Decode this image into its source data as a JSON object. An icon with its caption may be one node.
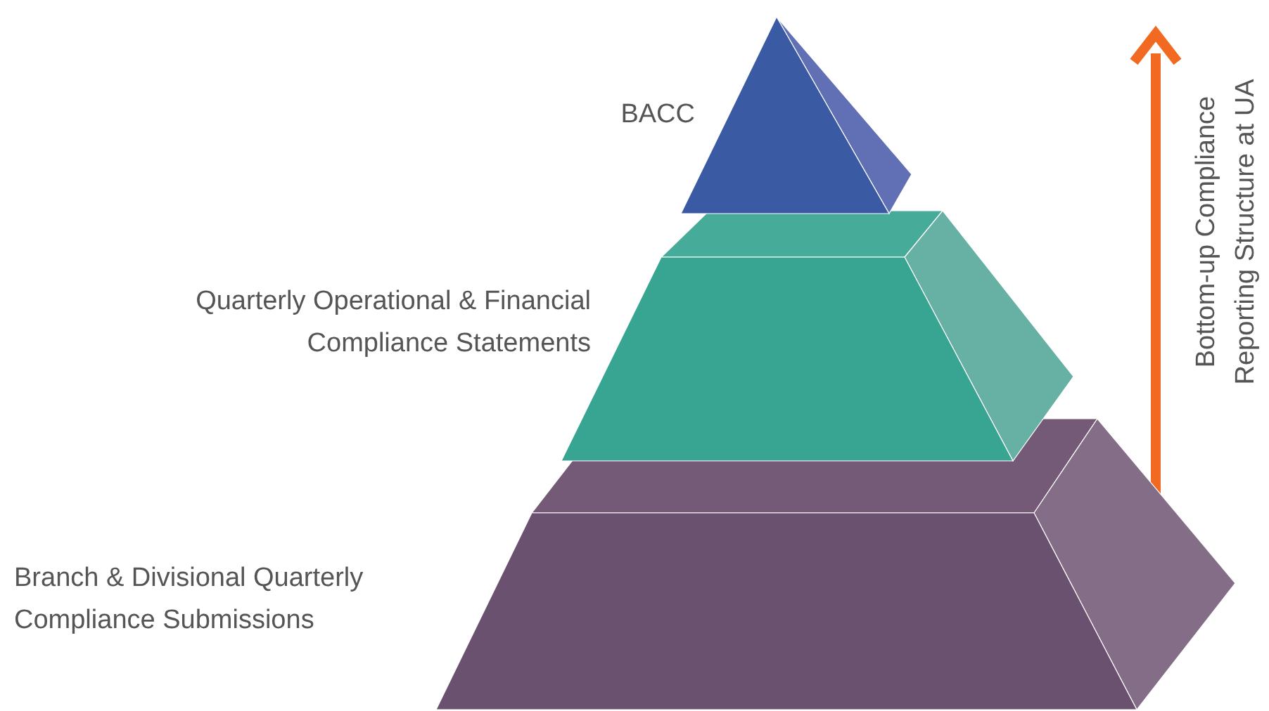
{
  "diagram": {
    "nodes": [
      {
        "text": [],
        "shape": "pyramid",
        "beside": [
          "BACC"
        ]
      },
      {
        "text": [],
        "shape": "frustum",
        "beside": [
          "Quarterly Operational & Financial Compliance Statements"
        ]
      },
      {
        "text": [],
        "shape": "frustum",
        "beside": [
          "Branch & Divisional Quarterly Compliance Submissions"
        ]
      }
    ],
    "labels": [
      "Bottom-up Compliance Reporting Structure at UA"
    ]
  }
}
